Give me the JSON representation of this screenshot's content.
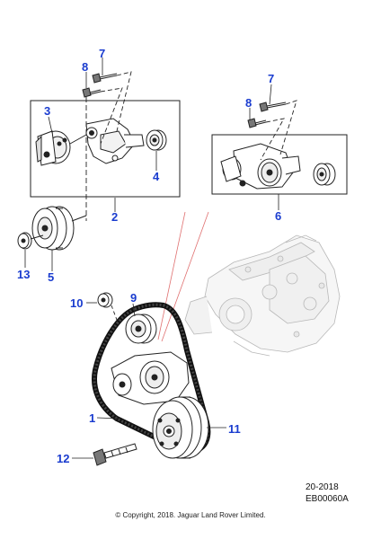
{
  "callouts": {
    "c1": "1",
    "c2": "2",
    "c3": "3",
    "c4": "4",
    "c5": "5",
    "c6": "6",
    "c7a": "7",
    "c7b": "7",
    "c8a": "8",
    "c8b": "8",
    "c9": "9",
    "c10": "10",
    "c11": "11",
    "c12": "12",
    "c13": "13"
  },
  "reference": {
    "line1": "20-2018",
    "line2": "EB00060A"
  },
  "copyright": "© Copyright, 2018. Jaguar Land Rover Limited.",
  "colors": {
    "callout": "#1a3ccf",
    "line": "#222222",
    "engine": "#bdbdbd",
    "guide": "#e07070"
  }
}
